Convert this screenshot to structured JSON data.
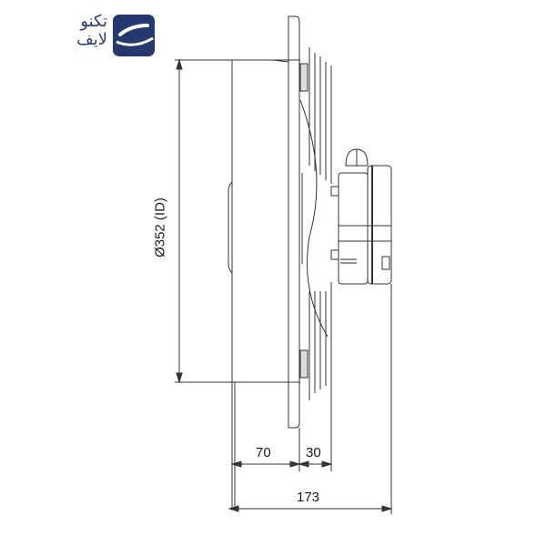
{
  "brand": {
    "name_line1": "تکنو",
    "name_line2": "لایف",
    "badge_color": "#25396f"
  },
  "drawing": {
    "type": "technical side-view of axial fan with mounting plate and motor",
    "line_color": "#333333",
    "dimensions": {
      "diameter_label": "Ø352 (ID)",
      "depth_plate_label": "70",
      "depth_grille_label": "30",
      "overall_depth_label": "173"
    }
  }
}
